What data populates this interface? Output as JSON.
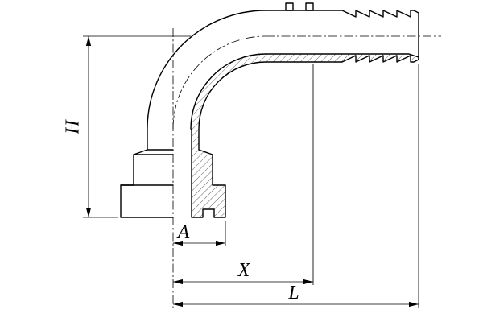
{
  "drawing": {
    "kind": "technical-line-drawing",
    "subject": "90-degree-flange-elbow-hose-fitting"
  },
  "dimensions": {
    "h": "H",
    "a": "A",
    "x": "X",
    "l": "L"
  },
  "colors": {
    "line": "#000000",
    "background": "#ffffff"
  }
}
